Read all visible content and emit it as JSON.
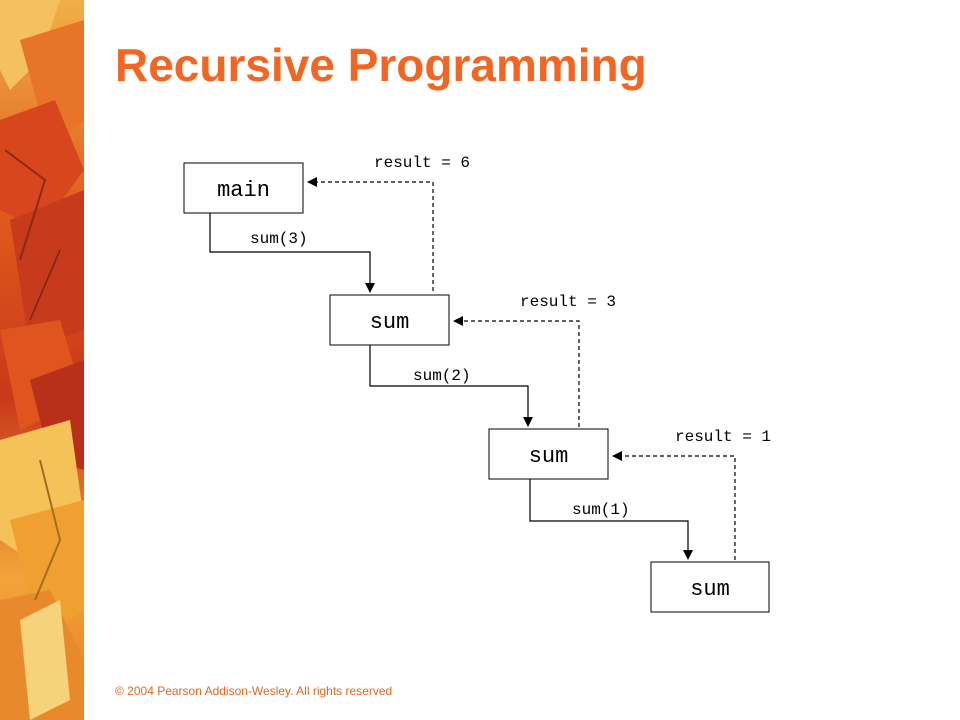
{
  "slide": {
    "title": "Recursive Programming",
    "footer": "© 2004 Pearson Addison-Wesley. All rights reserved",
    "accent_color": "#f26522"
  },
  "diagram": {
    "boxes": [
      "main",
      "sum",
      "sum",
      "sum"
    ],
    "calls": [
      "sum(3)",
      "sum(2)",
      "sum(1)"
    ],
    "results": [
      "result = 6",
      "result = 3",
      "result = 1"
    ]
  },
  "decoration": {
    "side_image": "autumn-leaves-image"
  }
}
